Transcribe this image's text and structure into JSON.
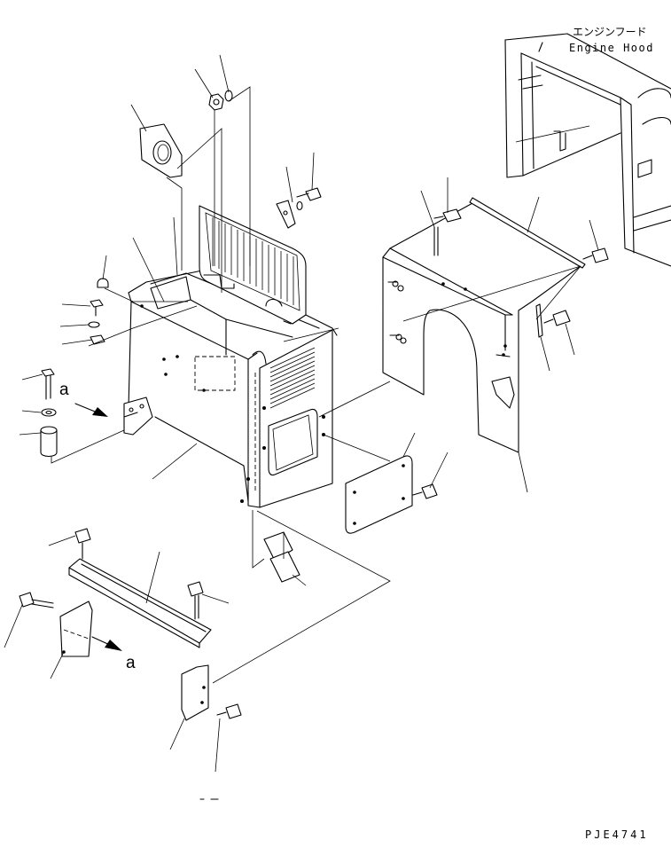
{
  "labels": {
    "hood_jp": "エンジンフード",
    "hood_en": "Engine Hood",
    "arrow_a_upper": "a",
    "arrow_a_lower": "a",
    "drawing_id": "PJE4741"
  }
}
